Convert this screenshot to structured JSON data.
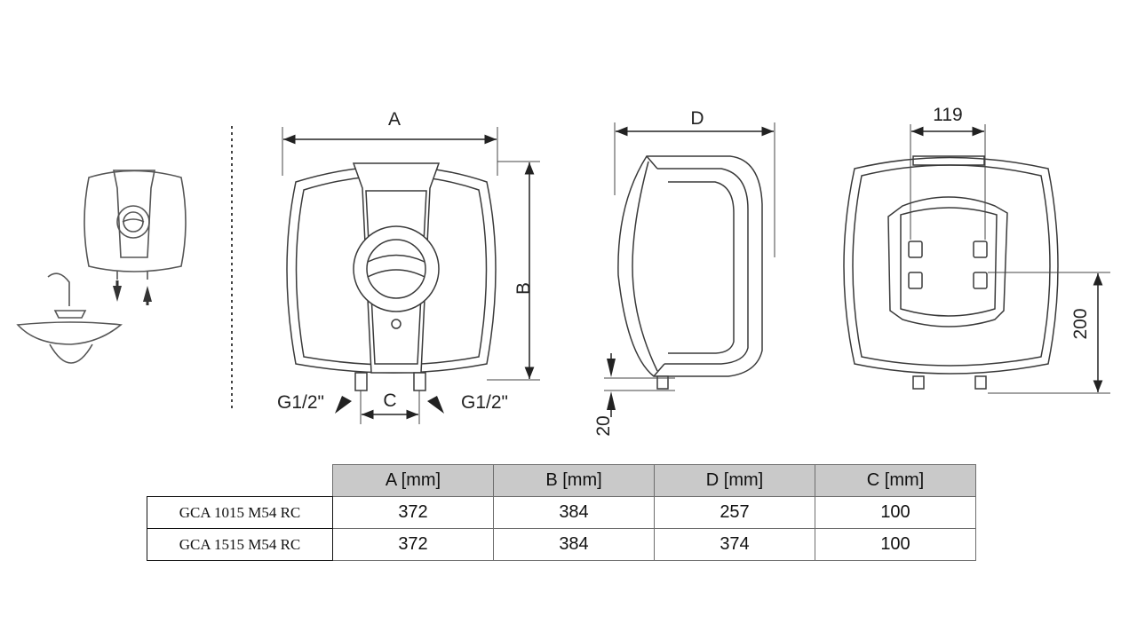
{
  "labels": {
    "dim_a": "A",
    "dim_b": "B",
    "dim_c": "C",
    "dim_d": "D",
    "dim_119": "119",
    "dim_200": "200",
    "dim_20": "20",
    "thread_left": "G1/2\"",
    "thread_right": "G1/2\""
  },
  "table": {
    "headers": [
      "A [mm]",
      "B [mm]",
      "D [mm]",
      "C [mm]"
    ],
    "rows": [
      {
        "model": "GCA 1015 M54 RC",
        "values": [
          "372",
          "384",
          "257",
          "100"
        ]
      },
      {
        "model": "GCA 1515 M54 RC",
        "values": [
          "372",
          "384",
          "374",
          "100"
        ]
      }
    ]
  },
  "colors": {
    "line": "#3a3a3a",
    "body_fill": "#ffffff",
    "header_fill": "#c9c9c9"
  }
}
